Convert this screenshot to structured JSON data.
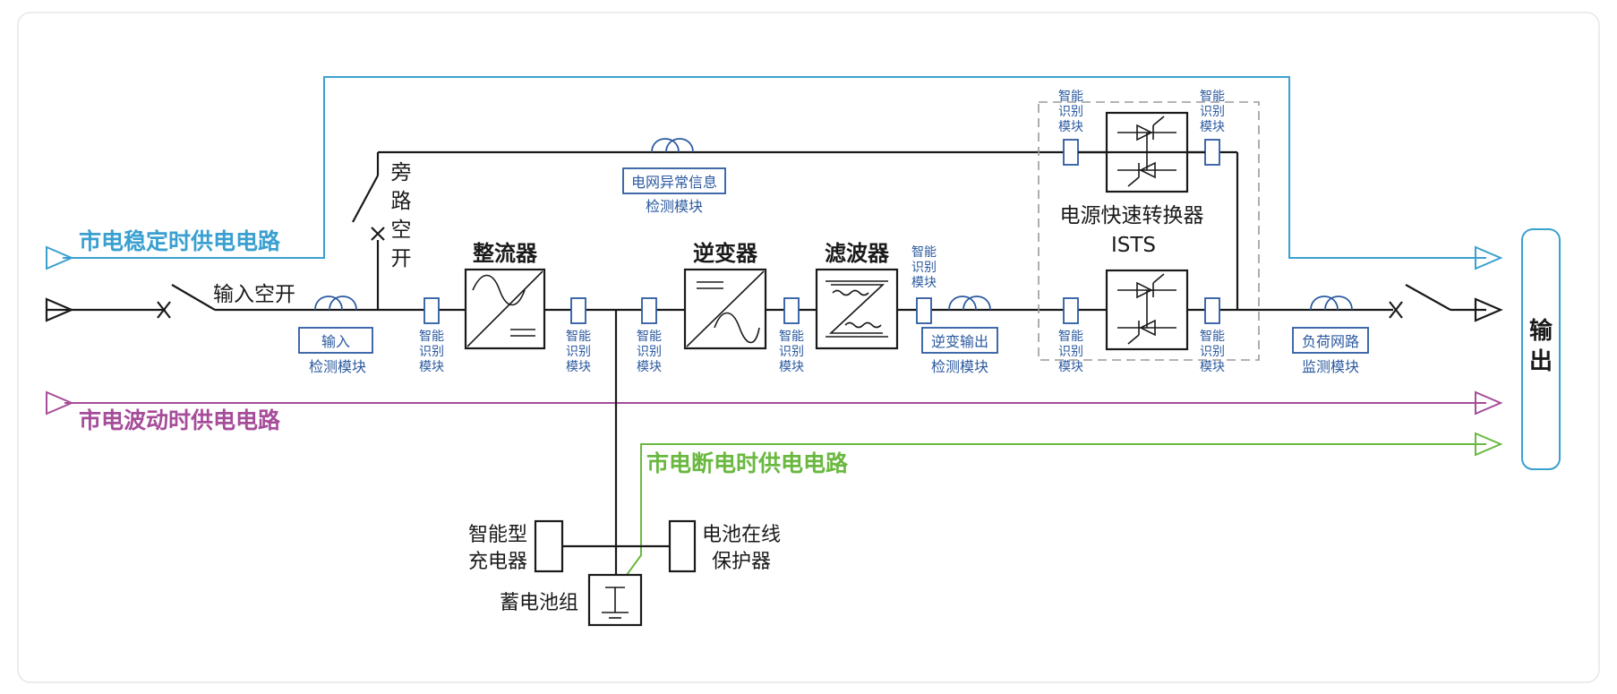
{
  "colors": {
    "stable": "#3aa0d0",
    "fluct": "#a64d9a",
    "outage": "#6ab840",
    "module": "#2c5aa0",
    "ink": "#1a1a1a",
    "dash": "#9a9a9a"
  },
  "paths": {
    "stable": "市电稳定时供电电路",
    "fluctuation": "市电波动时供电电路",
    "outage": "市电断电时供电电路"
  },
  "labels": {
    "input_switch": "输入空开",
    "bypass_switch": [
      "旁",
      "路",
      "空",
      "开"
    ],
    "rectifier": "整流器",
    "inverter": "逆变器",
    "filter": "滤波器",
    "ists_title": "电源快速转换器",
    "ists_sub": "ISTS",
    "output": [
      "输",
      "出"
    ],
    "charger": [
      "智能型",
      "充电器"
    ],
    "battery": "蓄电池组",
    "battery_protector": [
      "电池在线",
      "保护器"
    ]
  },
  "modules": {
    "input": {
      "box": "输入",
      "sub": "检测模块"
    },
    "grid": {
      "box": "电网异常信息",
      "sub": "检测模块"
    },
    "inverter_out": {
      "box": "逆变输出",
      "sub": "检测模块"
    },
    "load": {
      "box": "负荷网路",
      "sub": "监测模块"
    },
    "smart_id": [
      "智能",
      "识别",
      "模块"
    ]
  }
}
